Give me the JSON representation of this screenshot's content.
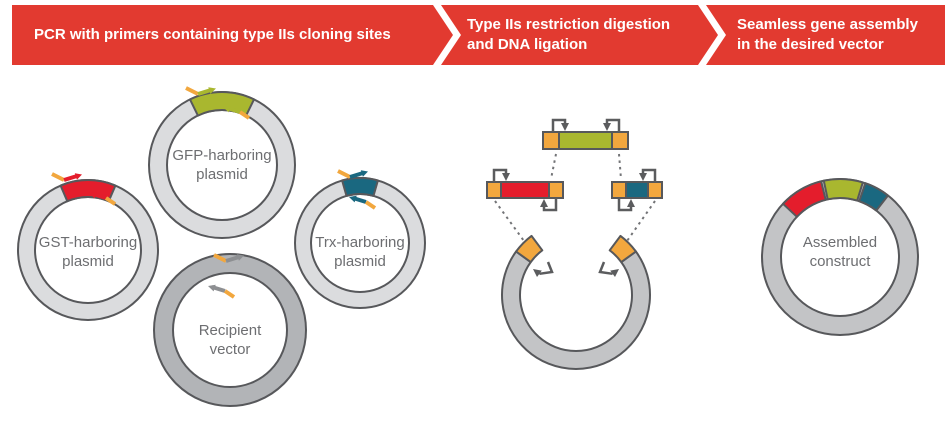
{
  "banner": {
    "steps": [
      {
        "lines": [
          "PCR with primers containing type IIs cloning sites"
        ]
      },
      {
        "lines": [
          "Type IIs restriction digestion",
          "and DNA ligation"
        ]
      },
      {
        "lines": [
          "Seamless gene assembly",
          "in the desired vector"
        ]
      }
    ]
  },
  "plasmids": {
    "gfp": {
      "line1": "GFP-harboring",
      "line2": "plasmid"
    },
    "gst": {
      "line1": "GST-harboring",
      "line2": "plasmid"
    },
    "trx": {
      "line1": "Trx-harboring",
      "line2": "plasmid"
    },
    "recipient": {
      "line1": "Recipient",
      "line2": "vector"
    },
    "assembled": {
      "line1": "Assembled",
      "line2": "construct"
    }
  },
  "colors": {
    "banner_red": "#E23A30",
    "red": "#E41D2C",
    "green": "#A9B72F",
    "teal": "#1A6880",
    "orange": "#F2A73E",
    "ring_light": "#DBDCDE",
    "ring_medium": "#B2B4B7",
    "ring_gray": "#C3C4C6",
    "primer_gray": "#8D8F92",
    "white": "#FFFFFF",
    "outline": "#57585B",
    "label_text": "#6D6E71"
  }
}
